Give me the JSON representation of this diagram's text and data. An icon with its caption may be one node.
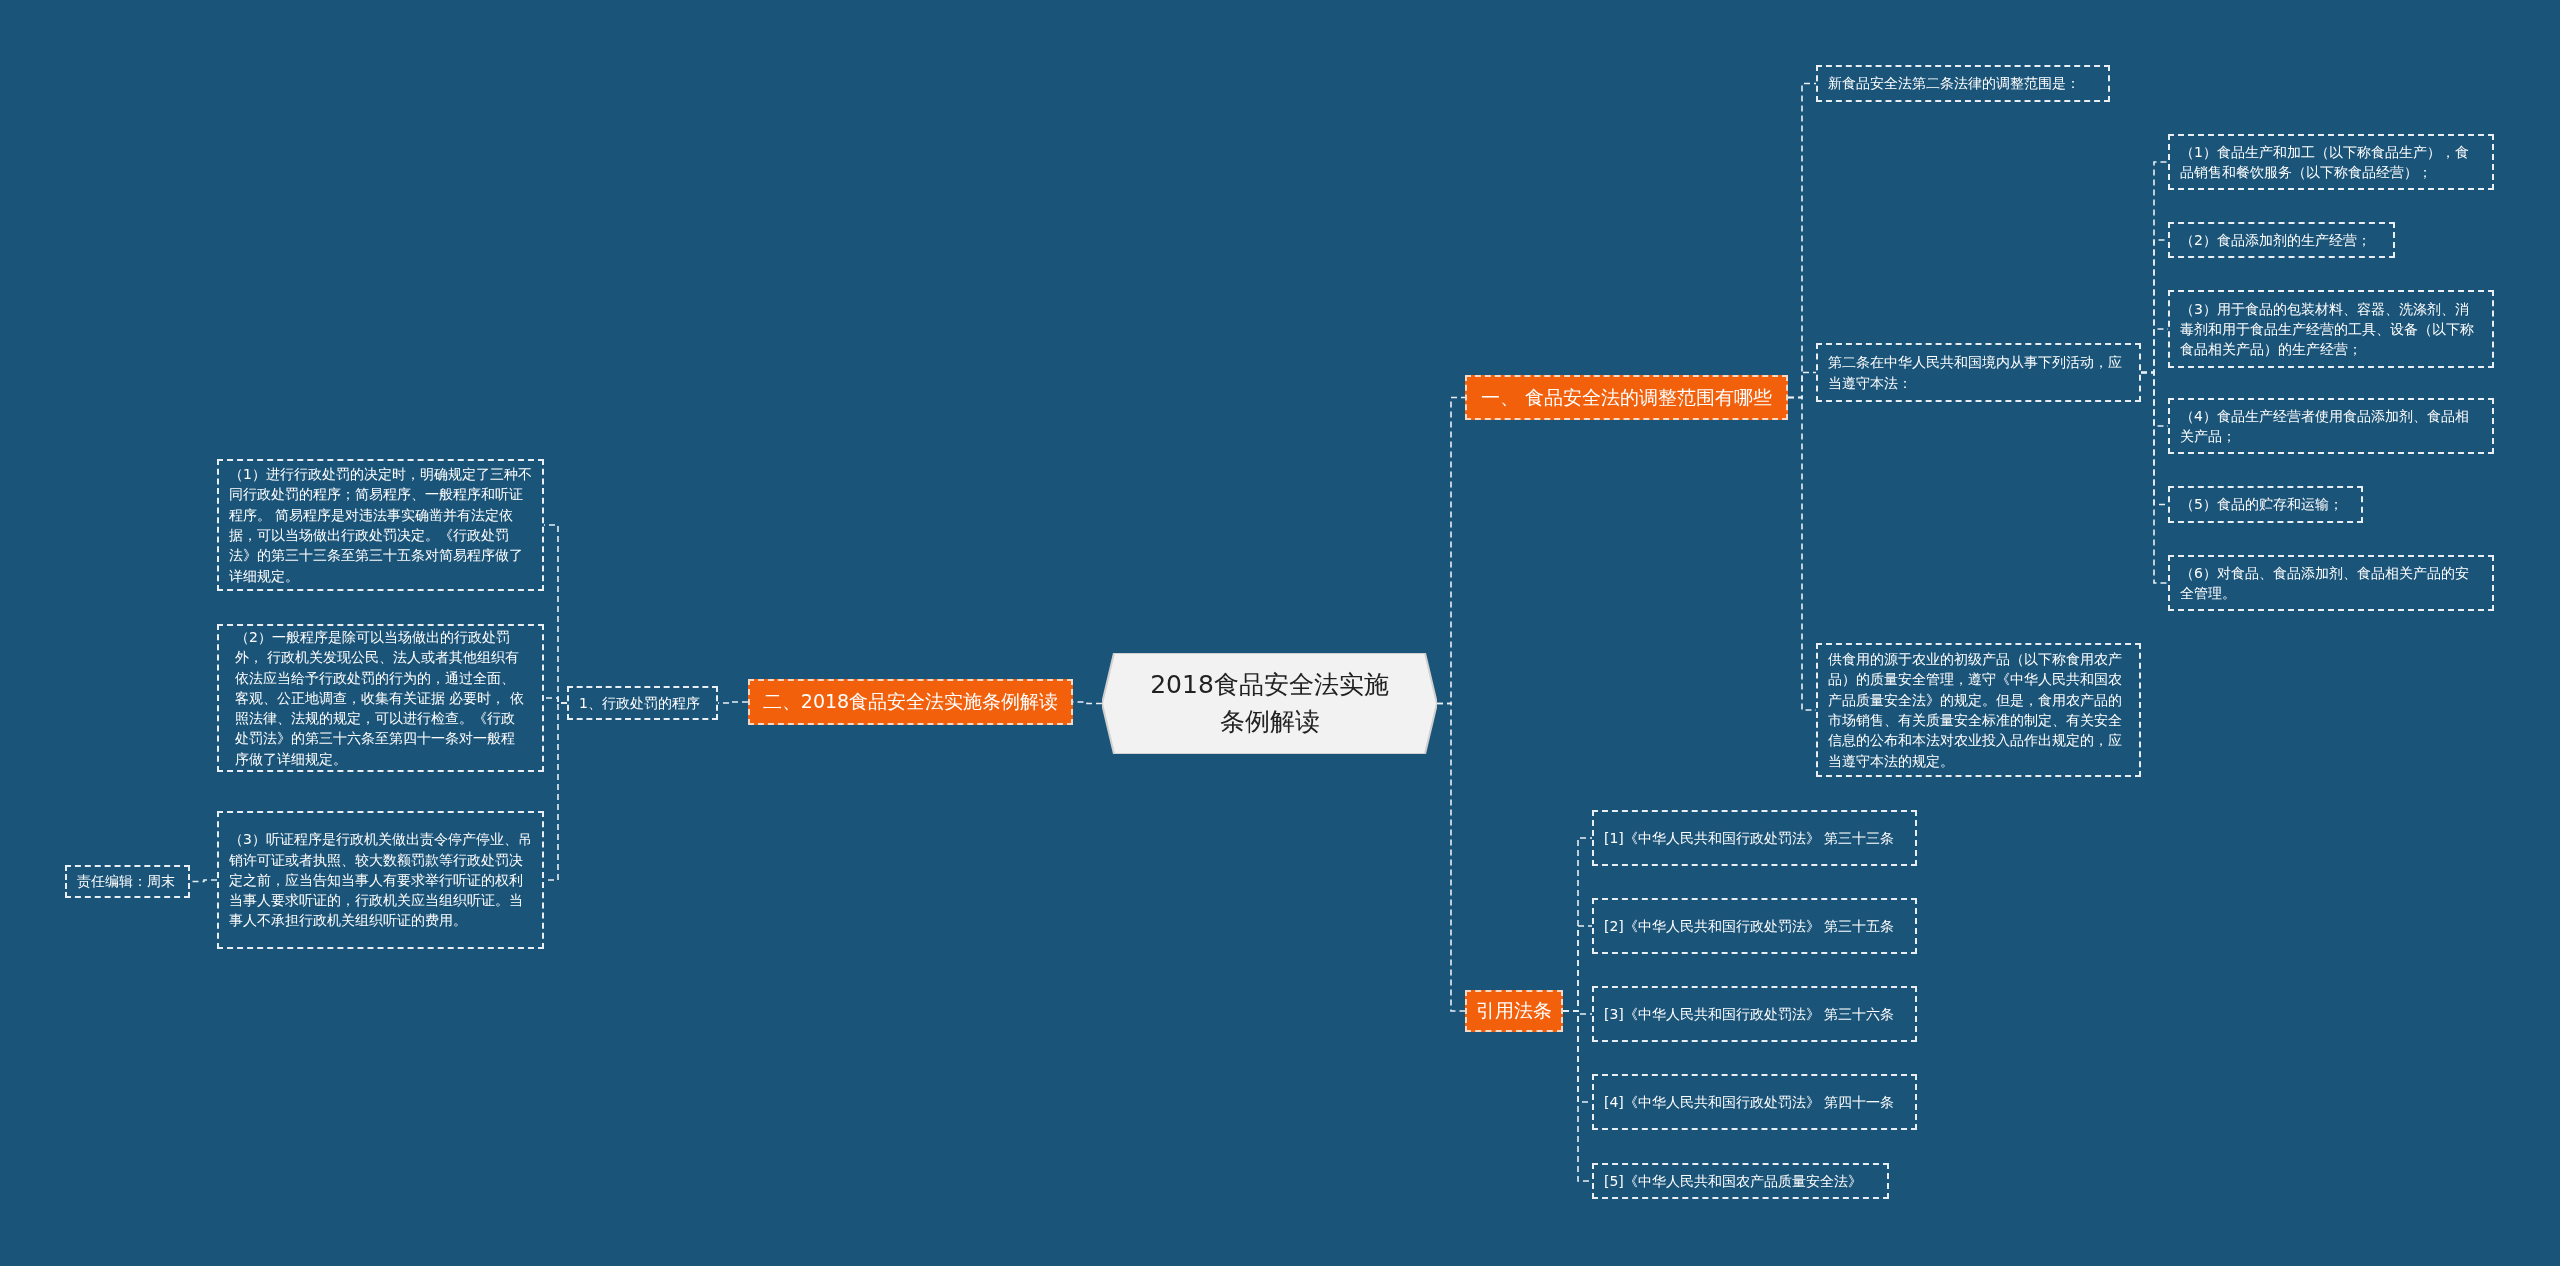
{
  "diagram": {
    "nodes": [
      {
        "text": [
          "2018食品安全法实施条例解读"
        ]
      },
      {
        "text": [
          "一、 食品安全法的调整范围有哪些"
        ]
      },
      {
        "text": [
          "新食品安全法第二条法律的调整范围是："
        ]
      },
      {
        "text": [
          "第二条在中华人民共和国境内从事下列活动，应当遵守本法："
        ]
      },
      {
        "text": [
          "（1）食品生产和加工（以下称食品生产），食品销售和餐饮服务（以下称食品经营）；"
        ]
      },
      {
        "text": [
          "（2）食品添加剂的生产经营；"
        ]
      },
      {
        "text": [
          "（3）用于食品的包装材料、容器、洗涤剂、消毒剂和用于食品生产经营的工具、设备（以下称食品相关产品）的生产经营；"
        ]
      },
      {
        "text": [
          "（4）食品生产经营者使用食品添加剂、食品相关产品；"
        ]
      },
      {
        "text": [
          "（5）食品的贮存和运输；"
        ]
      },
      {
        "text": [
          "（6）对食品、食品添加剂、食品相关产品的安全管理。"
        ]
      },
      {
        "text": [
          "供食用的源于农业的初级产品（以下称食用农产品）的质量安全管理，遵守《中华人民共和国农产品质量安全法》的规定。但是，食用农产品的市场销售、有关质量安全标准的制定、有关安全信息的公布和本法对农业投入品作出规定的，应当遵守本法的规定。"
        ]
      },
      {
        "text": [
          "二、2018食品安全法实施条例解读"
        ]
      },
      {
        "text": [
          "1、行政处罚的程序"
        ]
      },
      {
        "text": [
          "（1）进行行政处罚的决定时，明确规定了三种不同行政处罚的程序；简易程序、一般程序和听证程序。 简易程序是对违法事实确凿并有法定依据，可以当场做出行政处罚决定。《行政处罚法》的第三十三条至第三十五条对简易程序做了详细规定。"
        ]
      },
      {
        "text": [
          "（2）一般程序是除可以当场做出的行政处罚外， 行政机关发现公民、法人或者其他组织有依法应当给予行政处罚的行为的，通过全面、客观、公正地调查，收集有关证据 必要时， 依照法律、法规的规定，可以进行检查。《行政处罚法》的第三十六条至第四十一条对一般程序做了详细规定。"
        ]
      },
      {
        "text": [
          "（3）听证程序是行政机关做出责令停产停业、吊销许可证或者执照、较大数额罚款等行政处罚决定之前，应当告知当事人有要求举行听证的权利当事人要求听证的，行政机关应当组织听证。当事人不承担行政机关组织听证的费用。"
        ]
      },
      {
        "text": [
          "责任编辑：周末"
        ]
      },
      {
        "text": [
          "引用法条"
        ]
      },
      {
        "text": [
          "[1]《中华人民共和国行政处罚法》 第三十三条"
        ]
      },
      {
        "text": [
          "[2]《中华人民共和国行政处罚法》 第三十五条"
        ]
      },
      {
        "text": [
          "[3]《中华人民共和国行政处罚法》 第三十六条"
        ]
      },
      {
        "text": [
          "[4]《中华人民共和国行政处罚法》 第四十一条"
        ]
      },
      {
        "text": [
          "[5]《中华人民共和国农产品质量安全法》"
        ]
      }
    ],
    "edges": [
      {
        "from": 0,
        "to": 1,
        "arrow": "none"
      },
      {
        "from": 0,
        "to": 11,
        "arrow": "none"
      },
      {
        "from": 0,
        "to": 17,
        "arrow": "none"
      },
      {
        "from": 1,
        "to": 2,
        "arrow": "none"
      },
      {
        "from": 1,
        "to": 3,
        "arrow": "none"
      },
      {
        "from": 1,
        "to": 10,
        "arrow": "none"
      },
      {
        "from": 3,
        "to": 4,
        "arrow": "none"
      },
      {
        "from": 3,
        "to": 5,
        "arrow": "none"
      },
      {
        "from": 3,
        "to": 6,
        "arrow": "none"
      },
      {
        "from": 3,
        "to": 7,
        "arrow": "none"
      },
      {
        "from": 3,
        "to": 8,
        "arrow": "none"
      },
      {
        "from": 3,
        "to": 9,
        "arrow": "none"
      },
      {
        "from": 11,
        "to": 12,
        "arrow": "none"
      },
      {
        "from": 12,
        "to": 13,
        "arrow": "none"
      },
      {
        "from": 12,
        "to": 14,
        "arrow": "none"
      },
      {
        "from": 12,
        "to": 15,
        "arrow": "none"
      },
      {
        "from": 15,
        "to": 16,
        "arrow": "none"
      },
      {
        "from": 17,
        "to": 18,
        "arrow": "none"
      },
      {
        "from": 17,
        "to": 19,
        "arrow": "none"
      },
      {
        "from": 17,
        "to": 20,
        "arrow": "none"
      },
      {
        "from": 17,
        "to": 21,
        "arrow": "none"
      },
      {
        "from": 17,
        "to": 22,
        "arrow": "none"
      }
    ]
  }
}
